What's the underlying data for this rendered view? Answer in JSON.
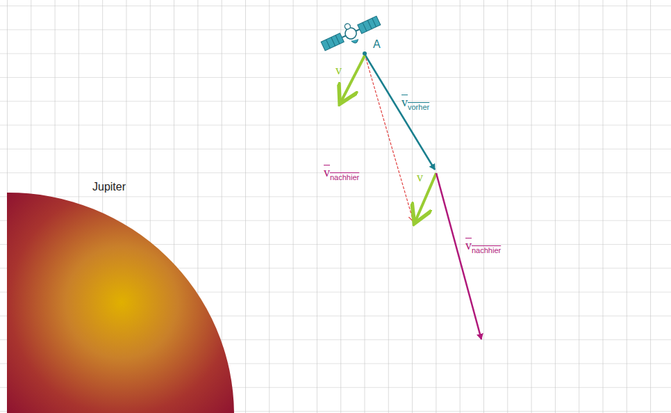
{
  "diagram": {
    "labels": [
      "A",
      "v",
      "v",
      "vorher",
      "Jupiter",
      "v",
      "nachhier",
      "v",
      "v",
      "nachhier"
    ]
  }
}
